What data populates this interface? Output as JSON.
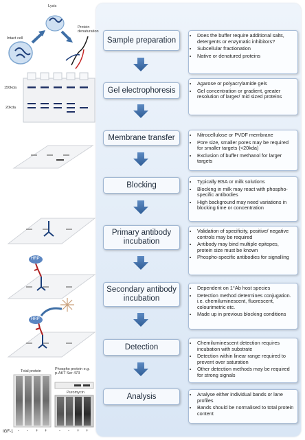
{
  "steps": [
    {
      "title": "Sample preparation",
      "notes": [
        "Does the buffer require additional salts, detergents or enzymatic inhibitors?",
        "Subcellular fractionation",
        "Native or denatured proteins"
      ]
    },
    {
      "title": "Gel electrophoresis",
      "notes": [
        "Agarose or polyacrylamide gels",
        "Gel concentration or gradient, greater resolution of larger/ mid sized proteins"
      ]
    },
    {
      "title": "Membrane transfer",
      "notes": [
        "Nitrocellulose or PVDF membrane",
        "Pore size, smaller pores may be required for smaller targets (<20kda)",
        "Exclusion of buffer methanol for larger targets"
      ]
    },
    {
      "title": "Blocking",
      "notes": [
        "Typically BSA or milk solutions",
        "Blocking in milk may react with phospho-specific antibodies",
        "High background may need variations in blocking time or concentration"
      ]
    },
    {
      "title": "Primary antibody incubation",
      "notes": [
        "Validation of specificity, positive/ negative controls may be required",
        "Antibody may bind multiple epitopes, protein size must be known",
        "Phospho-specific antibodies for signalling"
      ]
    },
    {
      "title": "Secondary antibody incubation",
      "notes": [
        "Dependent on 1°Ab host species",
        "Detection method determines conjugation. i.e. chemiluminescent, fluorescent, colourimetric etc.",
        "Made up in previous blocking conditions"
      ]
    },
    {
      "title": "Detection",
      "notes": [
        "Chemiluminescent detection requires incubation with substrate",
        "Detection within linear range required to prevent over saturation",
        "Other detection methods may be required for strong signals"
      ]
    },
    {
      "title": "Analysis",
      "notes": [
        "Analyse either individual bands or lane profiles",
        "Bands should be normalised to total protein content"
      ]
    }
  ],
  "illustrations": {
    "intact_cell": "Intact cell",
    "lysis": "Lysis",
    "protein_denaturation": "Protein denaturation",
    "marker_150": "150kda",
    "marker_20": "20kda",
    "hrp_1": "HRP",
    "hrp_2": "HRP",
    "total_protein": "Total protein",
    "phospho_protein": "Phospho protein e.g. p-AKT Ser 473",
    "puromycin": "Puromycin",
    "igf_label": "IGF-1",
    "igf_signs": [
      "-",
      "-",
      "+",
      "+",
      "-",
      "-",
      "+",
      "+"
    ]
  },
  "colors": {
    "arrow": "#3f6fa6",
    "panel": "#dce8f5",
    "hrp": "#5b86c2",
    "antibody_primary": "#1b3f7a",
    "antibody_secondary": "#b02020"
  }
}
